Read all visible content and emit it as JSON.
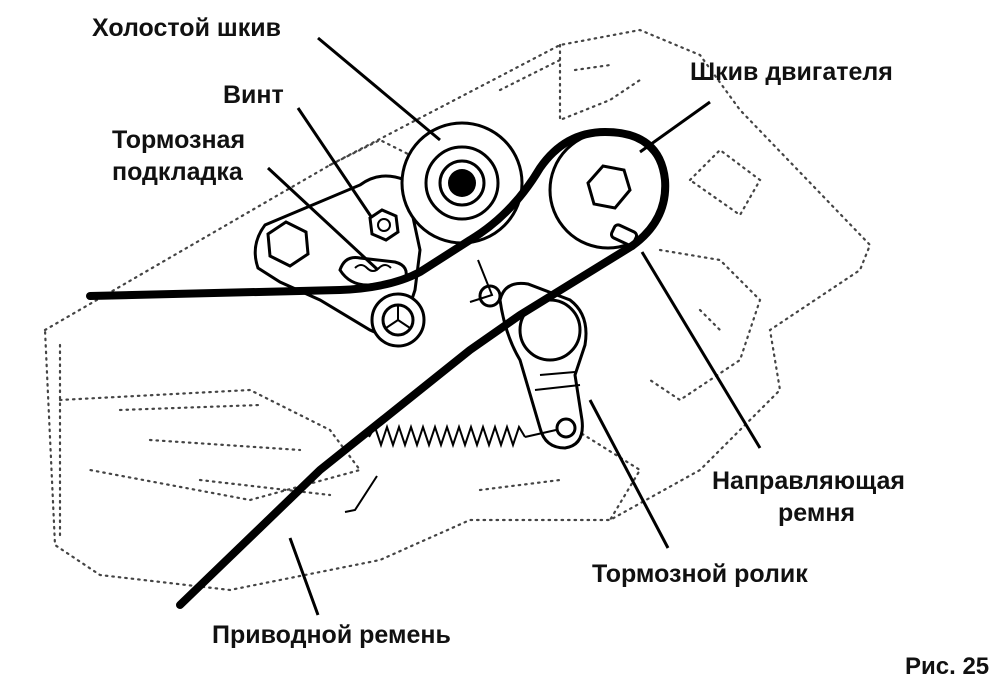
{
  "figure": {
    "caption": "Рис. 25",
    "labels": {
      "idle_pulley": "Холостой шкив",
      "screw": "Винт",
      "brake_pad_line1": "Тормозная",
      "brake_pad_line2": "подкладка",
      "engine_pulley": "Шкив двигателя",
      "belt_guide_line1": "Направляющая",
      "belt_guide_line2": "ремня",
      "brake_roller": "Тормозной ролик",
      "drive_belt": "Приводной ремень"
    }
  },
  "colors": {
    "ink": "#000000",
    "background": "#ffffff",
    "dotted_frame": "#444444"
  }
}
